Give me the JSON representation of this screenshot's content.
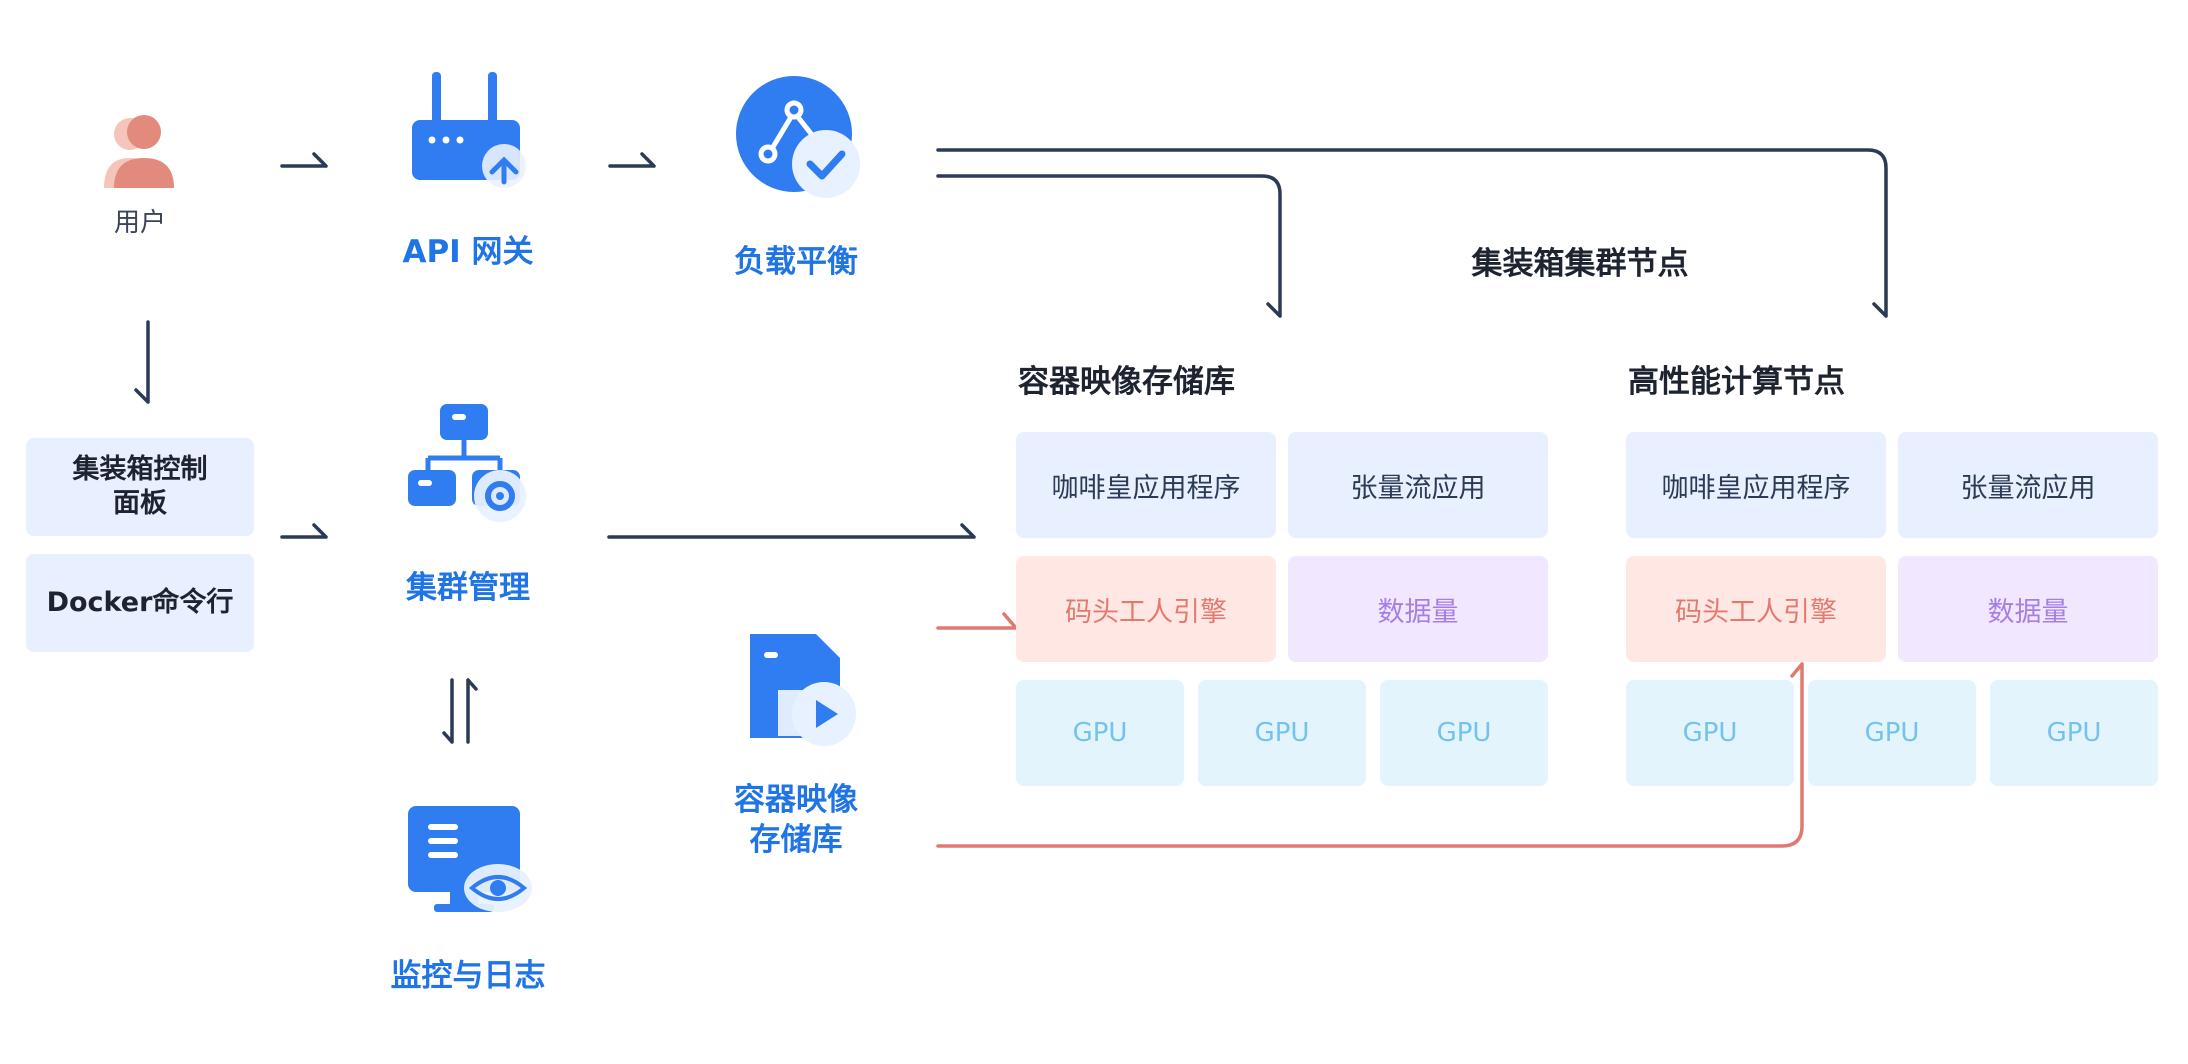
{
  "nodes": {
    "user": "用户",
    "api_gateway": "API 网关",
    "load_balancer": "负载平衡",
    "cluster_mgmt": "集群管理",
    "monitoring": "监控与日志",
    "registry": {
      "line1": "容器映像",
      "line2": "存储库"
    }
  },
  "side_panel": {
    "control_line1": "集装箱控制",
    "control_line2": "面板",
    "docker_cli": "Docker命令行"
  },
  "cluster_title": "集装箱集群节点",
  "node_groups": [
    {
      "title": "容器映像存储库",
      "apps": [
        "咖啡皇应用程序",
        "张量流应用"
      ],
      "engine": "码头工人引擎",
      "volume": "数据量",
      "gpus": [
        "GPU",
        "GPU",
        "GPU"
      ]
    },
    {
      "title": "高性能计算节点",
      "apps": [
        "咖啡皇应用程序",
        "张量流应用"
      ],
      "engine": "码头工人引擎",
      "volume": "数据量",
      "gpus": [
        "GPU",
        "GPU",
        "GPU"
      ]
    }
  ],
  "colors": {
    "accent_blue": "#1f74e6",
    "connector_dark": "#2b3a55",
    "connector_red": "#e07a70",
    "user_icon": "#e28b7c"
  },
  "icons": {
    "user": "user-icon",
    "api_gateway": "router-icon",
    "load_balancer": "share-check-icon",
    "cluster_mgmt": "hierarchy-gear-icon",
    "monitoring": "monitor-eye-icon",
    "registry": "file-play-icon"
  }
}
